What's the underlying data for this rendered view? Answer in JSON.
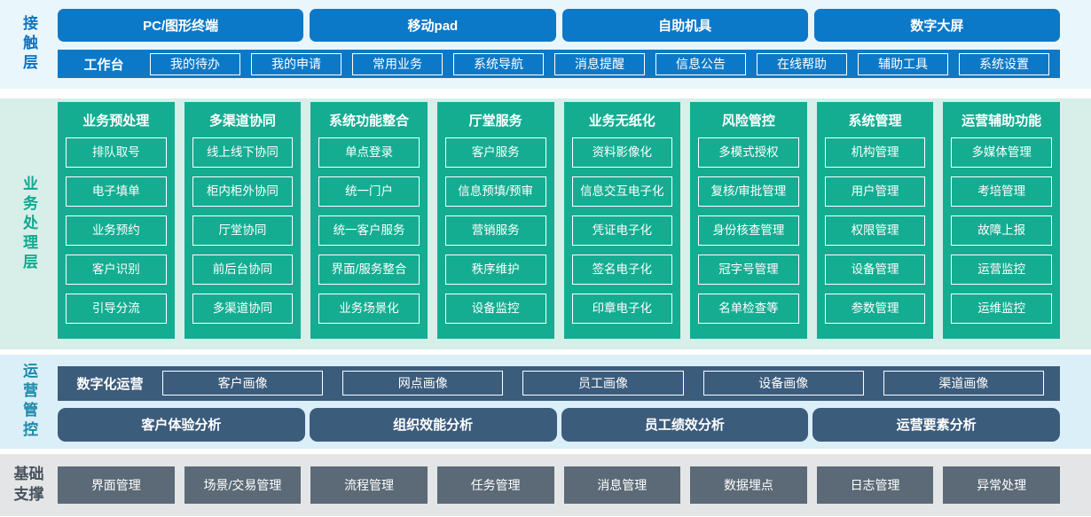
{
  "contact": {
    "label": "接触层",
    "channels": [
      "PC/图形终端",
      "移动pad",
      "自助机具",
      "数字大屏"
    ],
    "workbench_label": "工作台",
    "workbench_items": [
      "我的待办",
      "我的申请",
      "常用业务",
      "系统导航",
      "消息提醒",
      "信息公告",
      "在线帮助",
      "辅助工具",
      "系统设置"
    ]
  },
  "business": {
    "label": "业务处理层",
    "columns": [
      {
        "title": "业务预处理",
        "items": [
          "排队取号",
          "电子填单",
          "业务预约",
          "客户识别",
          "引导分流"
        ]
      },
      {
        "title": "多渠道协同",
        "items": [
          "线上线下协同",
          "柜内柜外协同",
          "厅堂协同",
          "前后台协同",
          "多渠道协同"
        ]
      },
      {
        "title": "系统功能整合",
        "items": [
          "单点登录",
          "统一门户",
          "统一客户服务",
          "界面/服务整合",
          "业务场景化"
        ]
      },
      {
        "title": "厅堂服务",
        "items": [
          "客户服务",
          "信息预填/预审",
          "营销服务",
          "秩序维护",
          "设备监控"
        ]
      },
      {
        "title": "业务无纸化",
        "items": [
          "资料影像化",
          "信息交互电子化",
          "凭证电子化",
          "签名电子化",
          "印章电子化"
        ]
      },
      {
        "title": "风险管控",
        "items": [
          "多模式授权",
          "复核/审批管理",
          "身份核查管理",
          "冠字号管理",
          "名单检查等"
        ]
      },
      {
        "title": "系统管理",
        "items": [
          "机构管理",
          "用户管理",
          "权限管理",
          "设备管理",
          "参数管理"
        ]
      },
      {
        "title": "运营辅助功能",
        "items": [
          "多媒体管理",
          "考培管理",
          "故障上报",
          "运营监控",
          "运维监控"
        ]
      }
    ]
  },
  "operation": {
    "label": "运营管控",
    "digital_label": "数字化运营",
    "portraits": [
      "客户画像",
      "网点画像",
      "员工画像",
      "设备画像",
      "渠道画像"
    ],
    "analyses": [
      "客户体验分析",
      "组织效能分析",
      "员工绩效分析",
      "运营要素分析"
    ]
  },
  "foundation": {
    "label": "基础支撑",
    "items": [
      "界面管理",
      "场景/交易管理",
      "流程管理",
      "任务管理",
      "消息管理",
      "数据埋点",
      "日志管理",
      "异常处理"
    ]
  },
  "colors": {
    "primary_blue": "#0c79c8",
    "teal_green": "#14ad92",
    "slate_blue": "#3c5c7c",
    "slate_gray": "#5b6a76",
    "contact_bg": "#e9f6fc",
    "business_bg": "#d7eee9",
    "operation_bg": "#dbeff8",
    "foundation_bg": "#e3e5e7"
  }
}
